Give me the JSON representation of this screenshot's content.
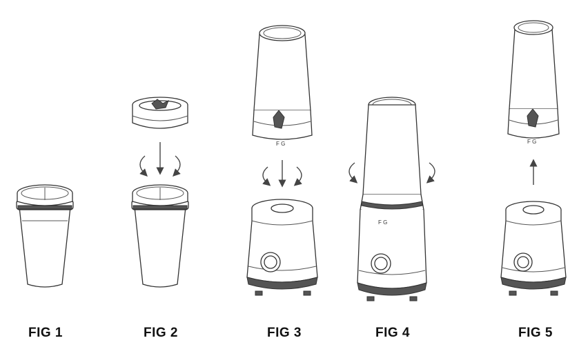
{
  "figures": [
    {
      "id": "fig1",
      "label": "FIG 1"
    },
    {
      "id": "fig2",
      "label": "FIG 2"
    },
    {
      "id": "fig3",
      "label": "FIG 3"
    },
    {
      "id": "fig4",
      "label": "FIG 4"
    },
    {
      "id": "fig5",
      "label": "FIG 5"
    }
  ],
  "cup_markings": "F G"
}
